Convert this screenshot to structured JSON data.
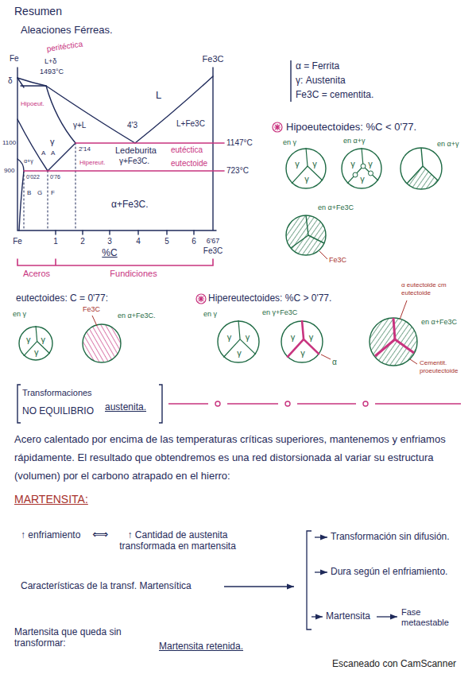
{
  "diagram": {
    "title": "Resumen",
    "nodes": [
      {
        "text": [
          "γ",
          "γ",
          "γ"
        ]
      },
      {
        "text": [
          "γ",
          "γ",
          "γ"
        ]
      },
      {
        "text": [
          "γ",
          "γ",
          "γ"
        ]
      },
      {
        "text": [
          "γ",
          "γ",
          "γ"
        ]
      },
      {
        "text": [
          "γ",
          "γ",
          "γ"
        ]
      }
    ],
    "labels": [
      "Aleaciones Férreas.",
      "peritéctica",
      "Fe",
      "L+δ",
      "1493°C",
      "δ",
      "Fe3C",
      "L",
      "γ+L",
      "4'3",
      "L+Fe3C",
      "1147°C",
      "2'14",
      "Ledeburita",
      "γ+Fe3C.",
      "eutéctica",
      "γ",
      "Hipoeut.",
      "Hipereut.",
      "A",
      "A",
      "α+γ",
      "723°C",
      "eutectoide",
      "0'022",
      "0'76",
      "B",
      "G",
      "F",
      "α+Fe3C.",
      "1100",
      "900",
      "Fe",
      "1",
      "2",
      "3",
      "4",
      "5",
      "6",
      "6'67",
      "%C",
      "Fe3C",
      "Aceros",
      "Fundiciones",
      "α = Ferrita",
      "γ: Austenita",
      "Fe3C = cementita.",
      "Hipoeutectoides: %C < 0'77.",
      "en γ",
      "en α+γ",
      "en α+γ",
      "en α+Fe3C",
      "Fe3C",
      "eutectoides: C = 0'77:",
      "en γ",
      "Fe3C",
      "en α+Fe3C.",
      "Hipereutectoides: %C > 0'77.",
      "en γ",
      "en γ+Fe3C",
      "en α+Fe3C",
      "α eutectoide cm eutectoide",
      "Cementit. proeutectoide",
      "α",
      "Transformaciones",
      "NO EQUILIBRIO",
      "austenita.",
      "Acero calentado por encima de las temperaturas críticas superiores, mantenemos y enfriamos rápidamente. El resultado que obtendremos es una red distorsionada al variar su estructura (volumen) por el carbono atrapado en el hierro:",
      "MARTENSITA:",
      "↑ enfriamiento",
      "⟺",
      "↑ Cantidad de austenita transformada en martensita",
      "Características de la transf. Martensítica",
      "Transformación sin difusión.",
      "Dura según el enfriamiento.",
      "Martensita",
      "Fase metaestable",
      "Martensita que queda sin transformar:",
      "Martensita retenida.",
      "Escaneado con CamScanner"
    ]
  }
}
